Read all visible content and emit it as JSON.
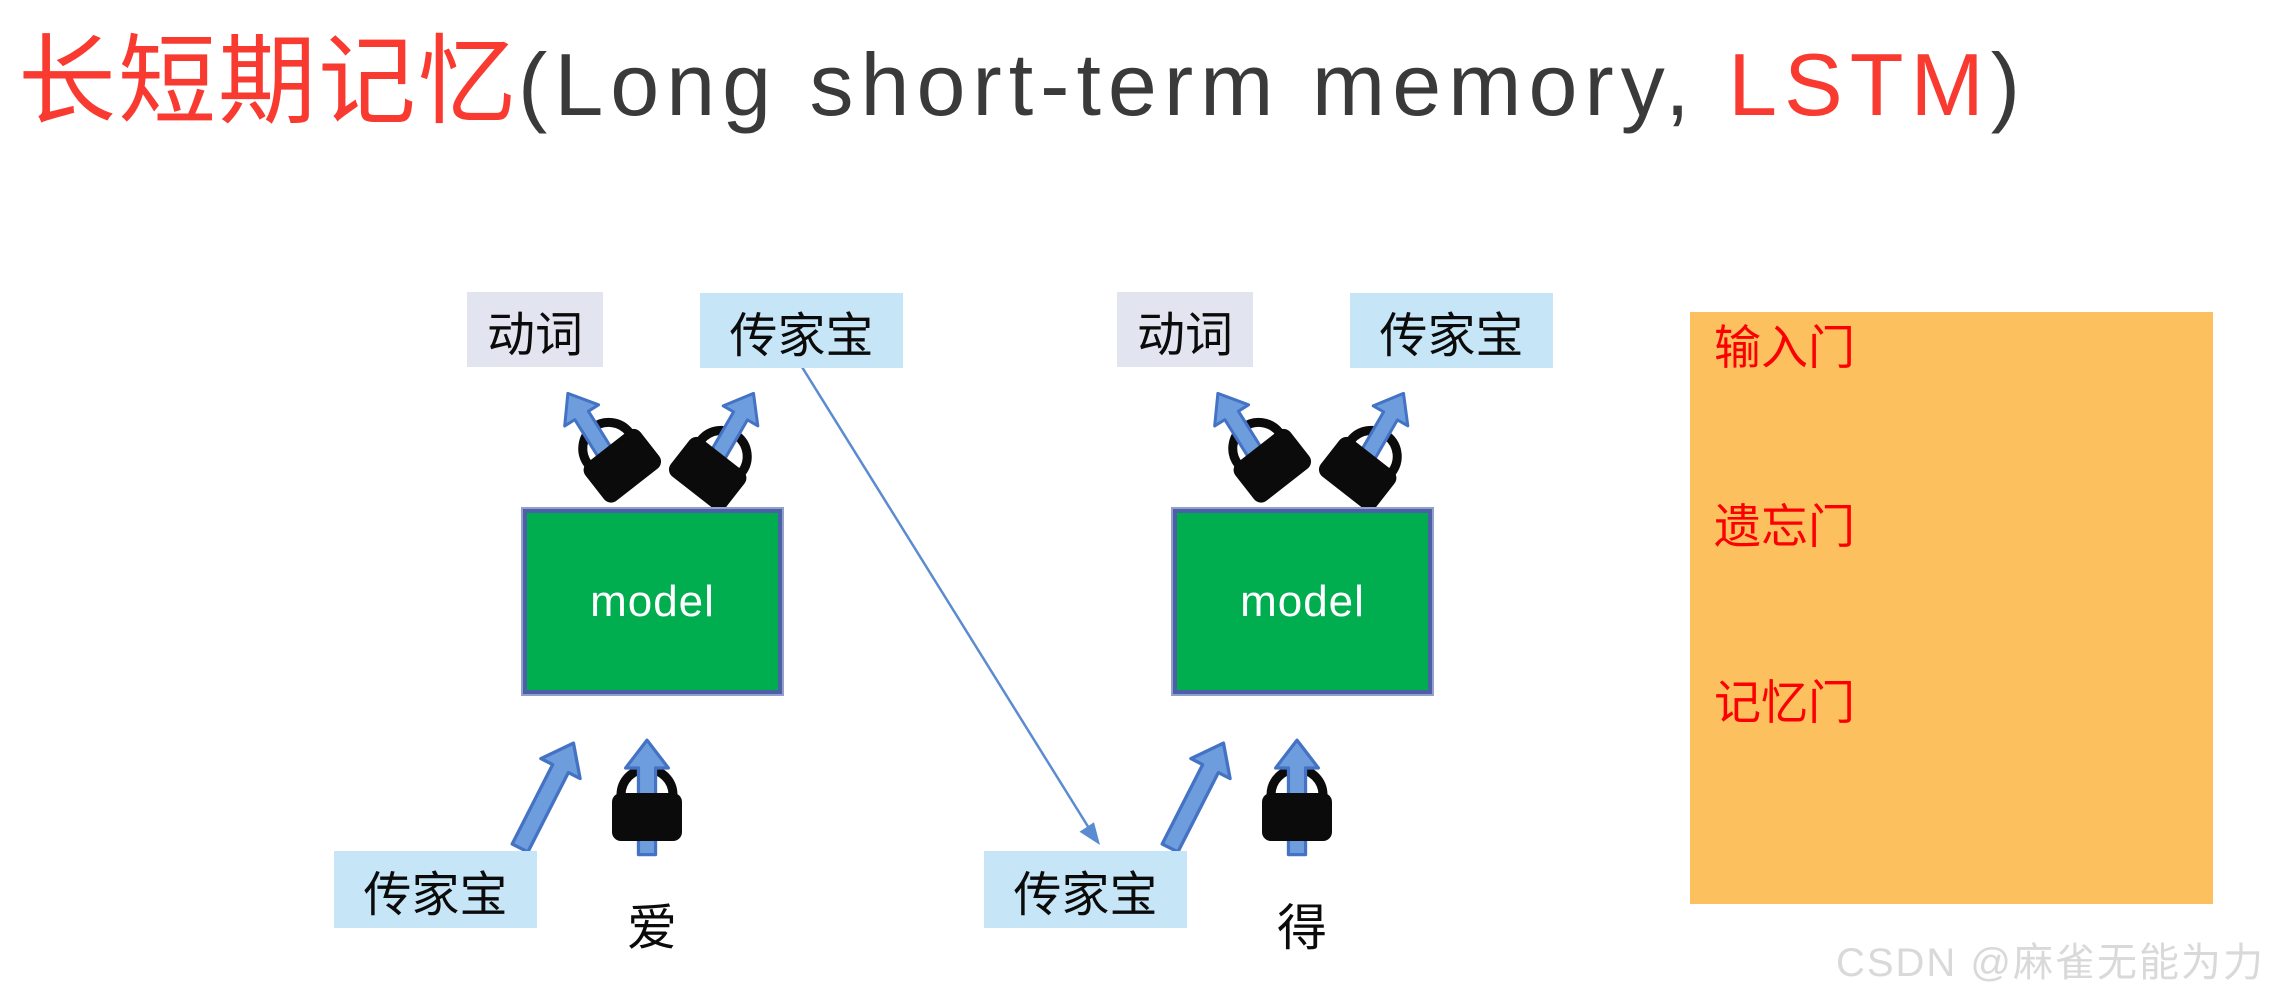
{
  "title": {
    "cjk": "长短期记忆",
    "latin_open": "(Long short-term memory, ",
    "accent": "LSTM",
    "latin_close": ")"
  },
  "units": [
    {
      "verb_label": "动词",
      "heirloom_top_label": "传家宝",
      "model_label": "model",
      "heirloom_bottom_label": "传家宝",
      "input_char": "爱"
    },
    {
      "verb_label": "动词",
      "heirloom_top_label": "传家宝",
      "model_label": "model",
      "heirloom_bottom_label": "传家宝",
      "input_char": "得"
    }
  ],
  "gates_panel": {
    "items": [
      "输入门",
      "遗忘门",
      "记忆门"
    ]
  },
  "watermark": "CSDN @麻雀无能为力",
  "colors": {
    "title_red": "#F93A30",
    "title_gray": "#3A3A3A",
    "gate_red": "#FC0000",
    "model_green": "#00AD4F",
    "model_border": "#4C60A7",
    "panel_orange": "#FCC05F",
    "arrow_blue_fill": "#6D9DDC",
    "arrow_blue_border": "#4472C4",
    "heirloom_label_bg": "#C6E5F6",
    "verb_label_bg": "#E2E4F0",
    "connector_blue": "#5B8BD0",
    "lock_black": "#0B0B0B"
  }
}
